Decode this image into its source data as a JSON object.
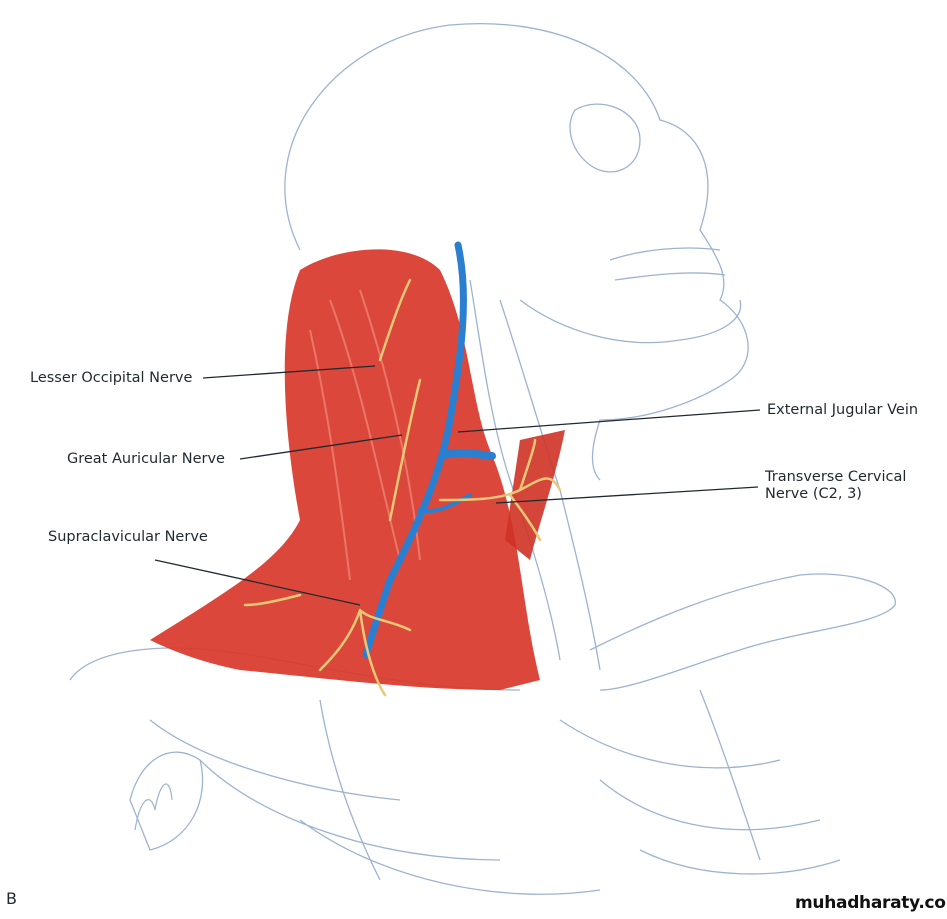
{
  "labels": {
    "lesser_occipital": "Lesser Occipital Nerve",
    "great_auricular": "Great Auricular Nerve",
    "external_jugular": "External Jugular Vein",
    "transverse_cervical_line1": "Transverse Cervical",
    "transverse_cervical_line2": "Nerve (C2, 3)",
    "supraclavicular": "Supraclavicular Nerve"
  },
  "figure_letter": "B",
  "watermark": "muhadharaty.com",
  "colors": {
    "skeleton": "#9db3cf",
    "muscle": "#d8382a",
    "vein": "#2a7fd0",
    "nerve": "#e9c976",
    "leader": "#1f2a30"
  }
}
